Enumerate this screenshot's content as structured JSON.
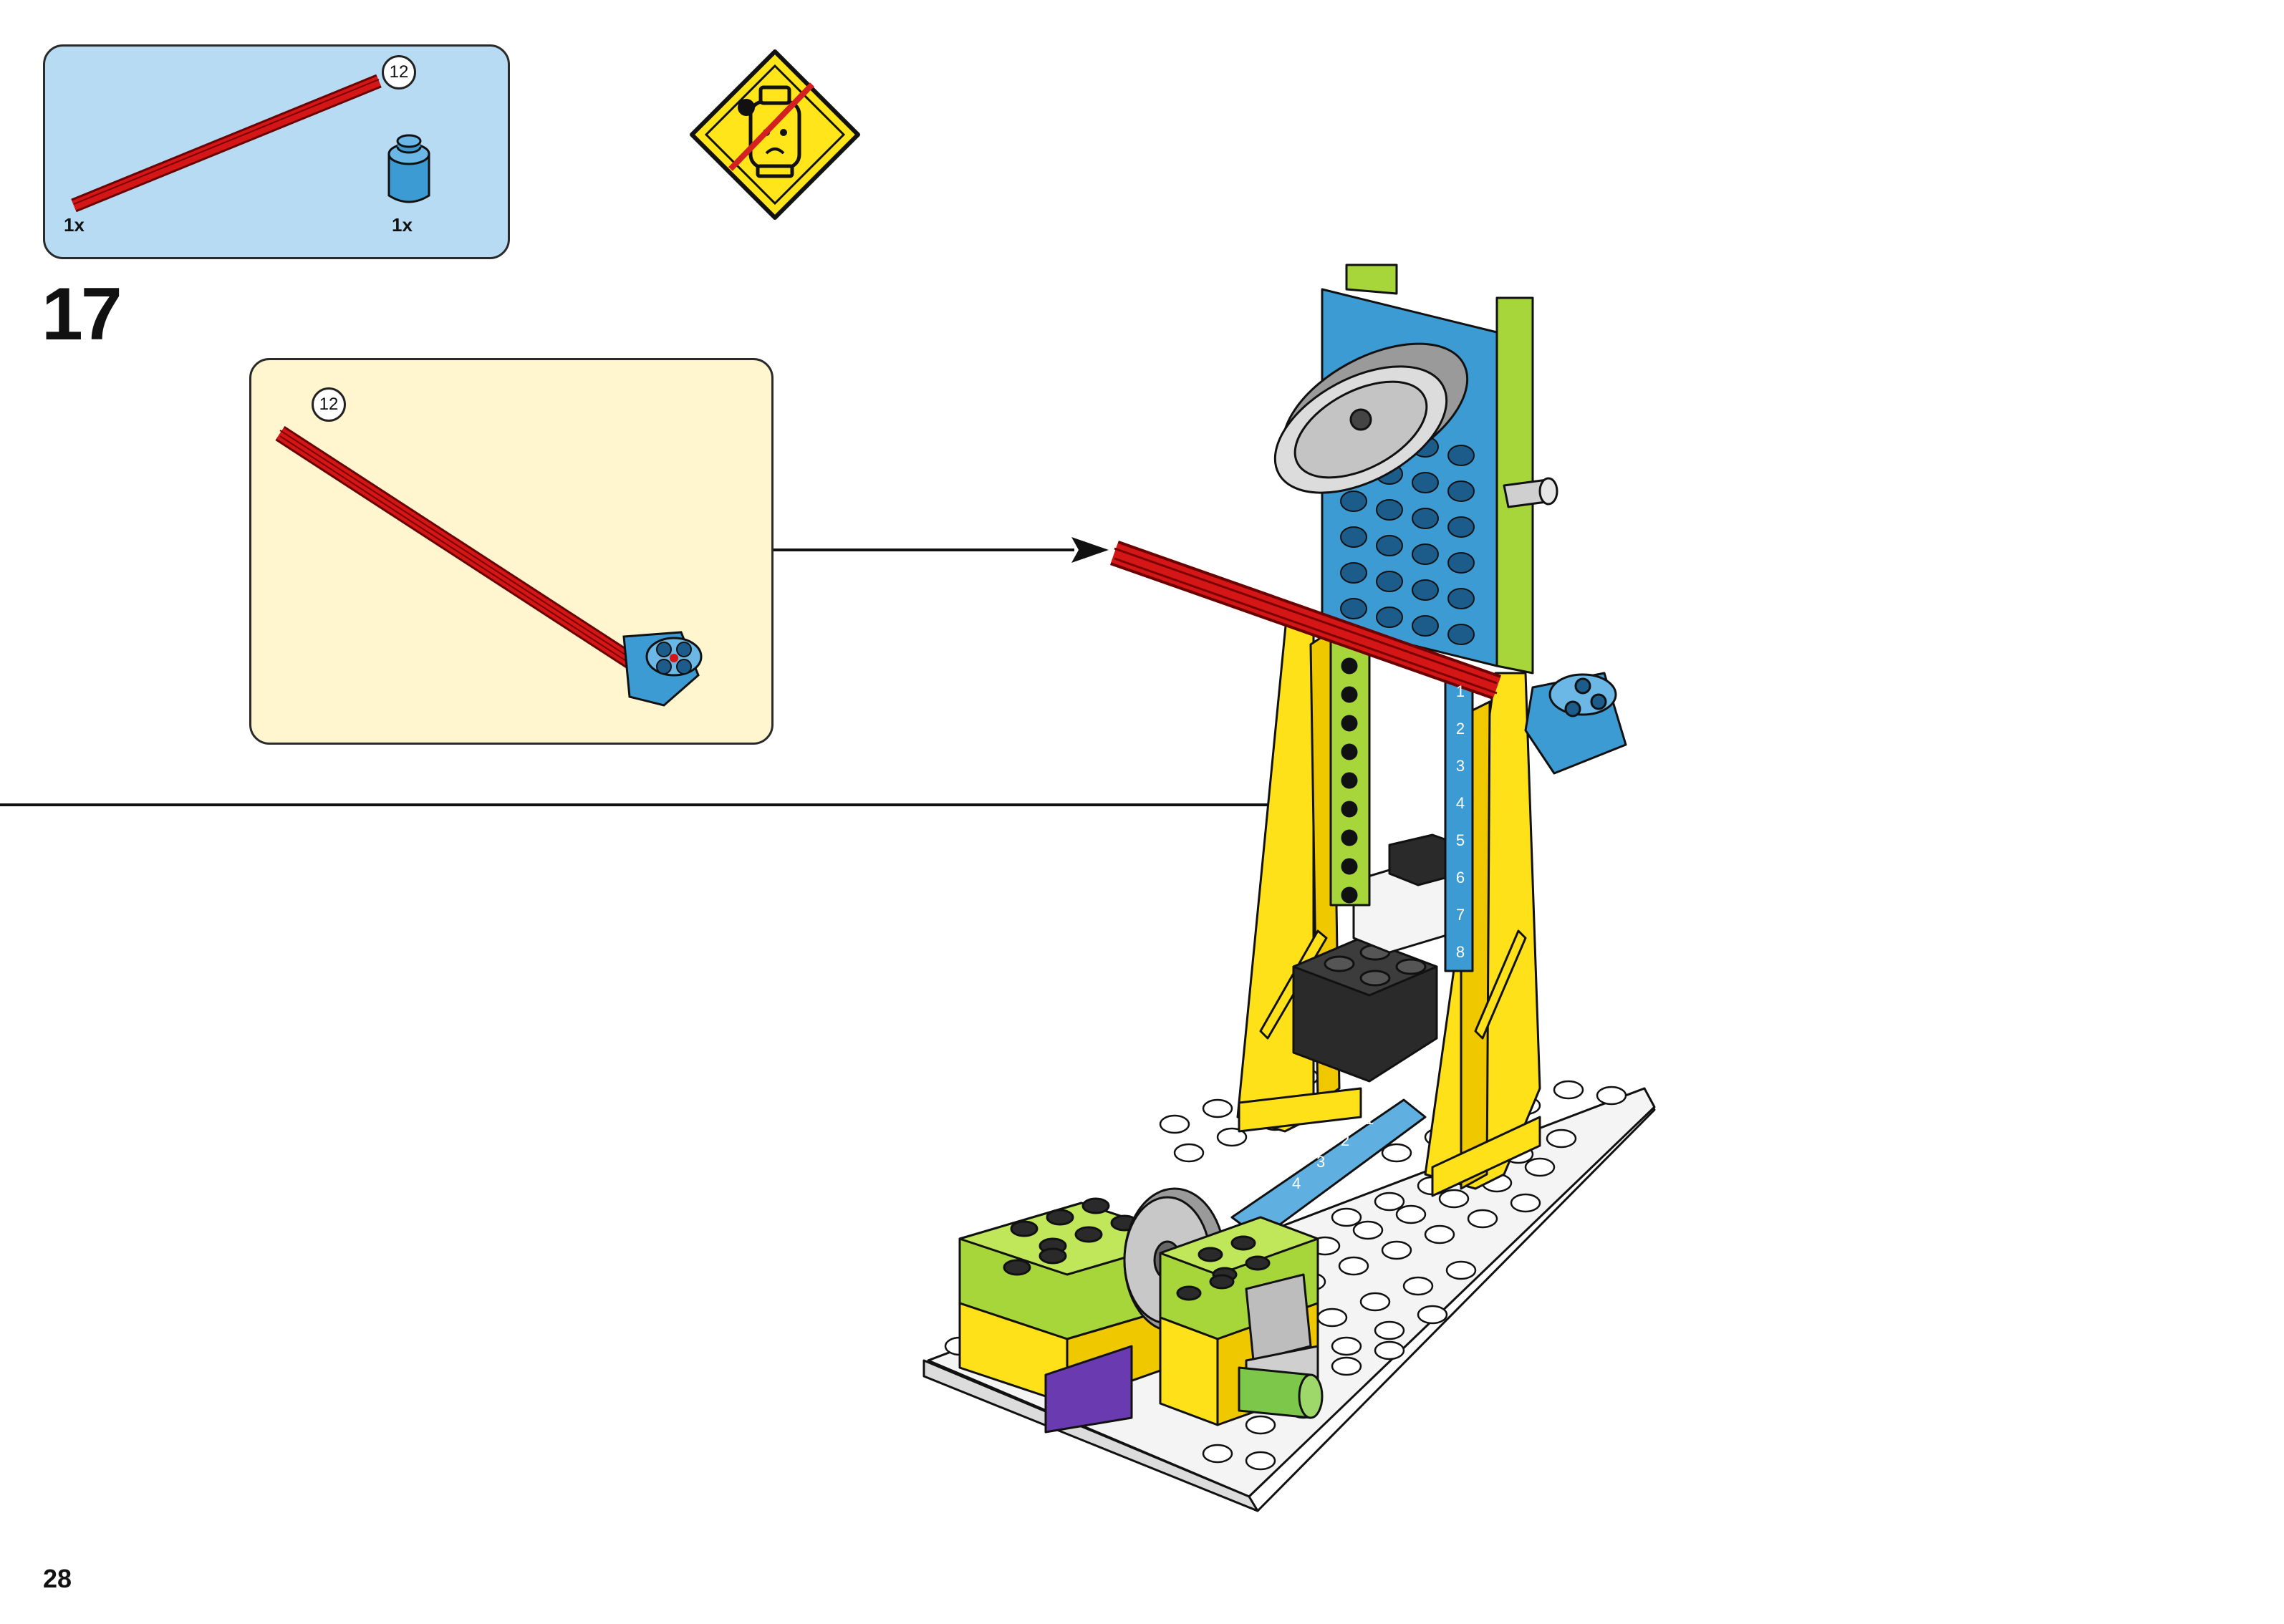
{
  "parts_list": {
    "items": [
      {
        "part": "red-axle",
        "length_badge": "12",
        "quantity": "1x"
      },
      {
        "part": "blue-round-brick",
        "quantity": "1x"
      }
    ]
  },
  "warning_icon": "no-small-parts-choking-hazard-icon",
  "step": {
    "number": "17"
  },
  "sub_assembly": {
    "length_badge": "12",
    "description_icon": "axle-into-round-brick-icon"
  },
  "model": {
    "scale_labels_vertical": [
      "1",
      "2",
      "3",
      "4",
      "5",
      "6",
      "7",
      "8"
    ],
    "scale_labels_base": [
      "1",
      "2",
      "3",
      "4"
    ]
  },
  "colors": {
    "parts_panel_bg": "#b7dbf2",
    "sub_panel_bg": "#fff5cf",
    "axle_red": "#cc1414",
    "brick_blue": "#3d9bd4",
    "brick_yellow": "#ffe11a",
    "brick_lime": "#a6d63a",
    "warning_yellow": "#ffe51a"
  },
  "footer": {
    "page_number": "28"
  }
}
